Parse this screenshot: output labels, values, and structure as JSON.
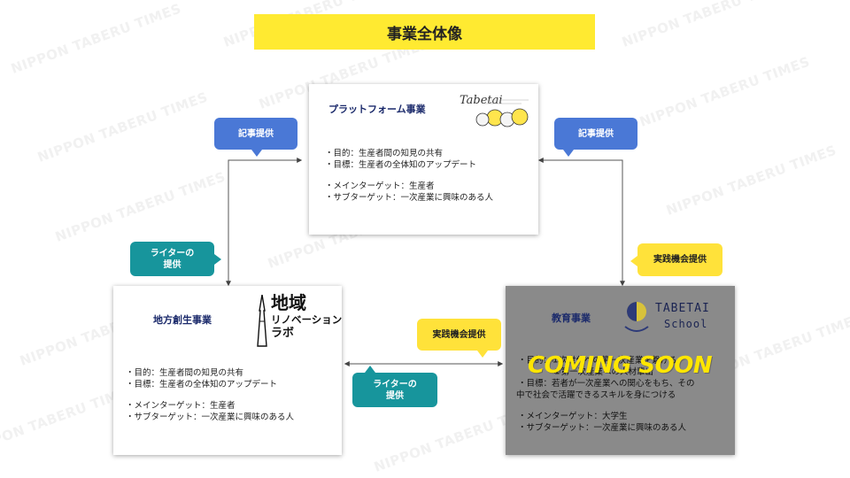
{
  "page_title": "事業全体像",
  "watermark_text": "NIPPON TABERU TIMES",
  "cards": {
    "platform": {
      "title": "プラットフォーム事業",
      "lines": [
        "・目的：生産者間の知見の共有",
        "・目標：生産者の全体知のアップデート"
      ],
      "targets": [
        "・メインターゲット：生産者",
        "・サブターゲット：一次産業に興味のある人"
      ],
      "logo_text": "Tabetai"
    },
    "local": {
      "title": "地方創生事業",
      "lines": [
        "・目的：生産者間の知見の共有",
        "・目標：生産者の全体知のアップデート"
      ],
      "targets": [
        "・メインターゲット：生産者",
        "・サブターゲット：一次産業に興味のある人"
      ],
      "logo": {
        "line1": "地域",
        "line2": "リノベーション",
        "line3": "ラボ"
      }
    },
    "education": {
      "title": "教育事業",
      "purpose_lines": [
        "・目的：①次世代への第一次産業を繋げる",
        "②第一次産業への人材輩出"
      ],
      "goal_lines": [
        "・目標：若者が一次産業への関心をもち、その",
        "中で社会で活躍できるスキルを身につける"
      ],
      "targets": [
        "・メインターゲット：大学生",
        "・サブターゲット：一次産業に興味のある人"
      ],
      "logo": {
        "line1": "TABETAI",
        "line2": "School"
      },
      "overlay": "COMING SOON"
    }
  },
  "labels": {
    "article_left": "記事提供",
    "article_right": "記事提供",
    "writer_left": "ライターの\n提供",
    "practice_right": "実践機会提供",
    "practice_middle": "実践機会提供",
    "writer_middle": "ライターの\n提供"
  },
  "colors": {
    "title_bar": "#ffea31",
    "pill_blue": "#4a78d6",
    "pill_teal": "#17959c",
    "pill_yellow": "#ffe23a",
    "heading": "#1b2a6b",
    "coming_soon": "#ffe600"
  }
}
